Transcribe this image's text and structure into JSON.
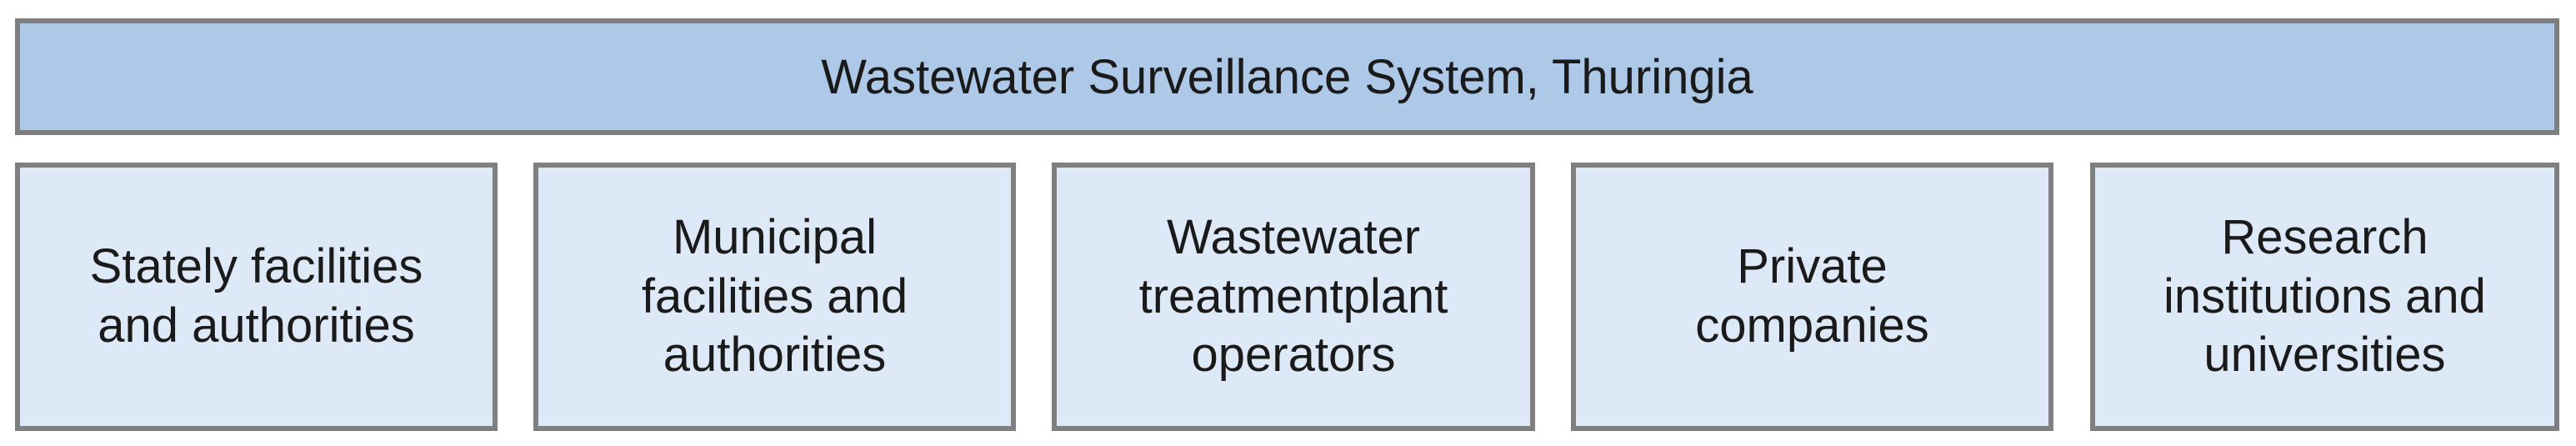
{
  "header": {
    "title": "Wastewater Surveillance System, Thuringia"
  },
  "categories": [
    {
      "label": "Stately facilities\nand authorities"
    },
    {
      "label": "Municipal\nfacilities and\nauthorities"
    },
    {
      "label": "Wastewater\ntreatmentplant\noperators"
    },
    {
      "label": "Private\ncompanies"
    },
    {
      "label": "Research\ninstitutions and\nuniversities"
    }
  ],
  "colors": {
    "header_fill": "#aec8e8",
    "box_fill": "#dde9f6",
    "border": "#7f7f7f",
    "text": "#1a1a1a"
  }
}
